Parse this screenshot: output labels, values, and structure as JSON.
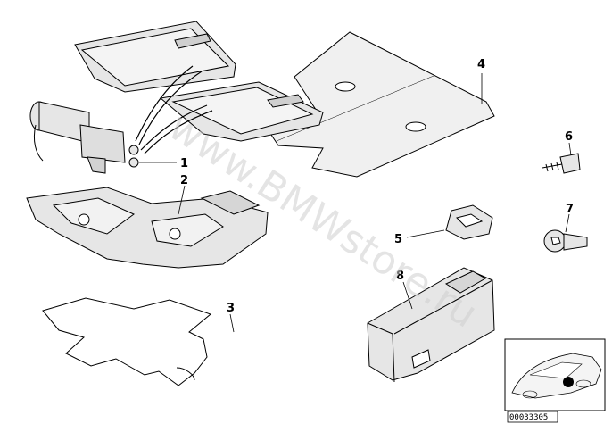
{
  "watermark": "www.BMWstore.ru",
  "callouts": [
    "1",
    "2",
    "3",
    "4",
    "5",
    "6",
    "7",
    "8"
  ],
  "reference_code": "00033305",
  "colors": {
    "line": "#000000",
    "part_fill": "#e6e6e6",
    "mat_fill": "#f0f0f0",
    "watermark": "#cfcfcf",
    "marker": "#000000"
  }
}
